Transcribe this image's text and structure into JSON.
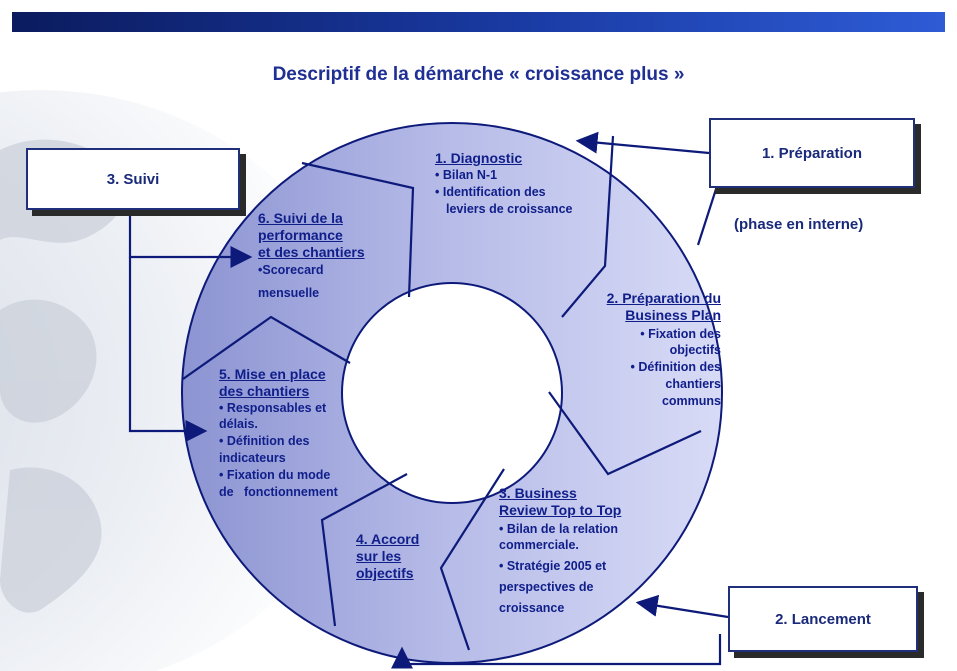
{
  "title": "Descriptif de la démarche « croissance plus »",
  "boxes": {
    "preparation": "1. Préparation",
    "suivi": "3. Suivi",
    "lancement": "2. Lancement",
    "phase_note": "(phase en interne)"
  },
  "segments": {
    "diagnostic": {
      "heading": "1. Diagnostic",
      "items": [
        "• Bilan N-1",
        "• Identification des",
        "leviers de croissance"
      ]
    },
    "business_plan": {
      "heading_1": "2. Préparation du",
      "heading_2": "Business Plan",
      "items": [
        "• Fixation des",
        "objectifs",
        "• Définition des",
        "chantiers",
        "communs"
      ]
    },
    "business_review": {
      "heading_1": "3. Business",
      "heading_2": "Review Top to Top",
      "items": [
        "• Bilan de la relation",
        "commerciale.",
        "• Stratégie 2005 et",
        "perspectives de",
        "croissance"
      ]
    },
    "accord": {
      "heading_1": "4. Accord",
      "heading_2": "sur les",
      "heading_3": "objectifs"
    },
    "chantiers": {
      "heading_1": "5. Mise en place",
      "heading_2": "des chantiers",
      "items": [
        "• Responsables et",
        "délais.",
        "• Définition des",
        "indicateurs",
        "• Fixation du mode",
        "de   fonctionnement"
      ]
    },
    "suivi_perf": {
      "heading_1": "6. Suivi de la",
      "heading_2": "performance",
      "heading_3": "et des chantiers",
      "items": [
        "•Scorecard",
        "mensuelle"
      ]
    }
  },
  "colors": {
    "ring_outer": "#8f97d4",
    "ring_inner": "#d6d9f5",
    "stroke": "#0d1a7a",
    "title": "#1f2f93",
    "bar": "#1a3ba4"
  }
}
